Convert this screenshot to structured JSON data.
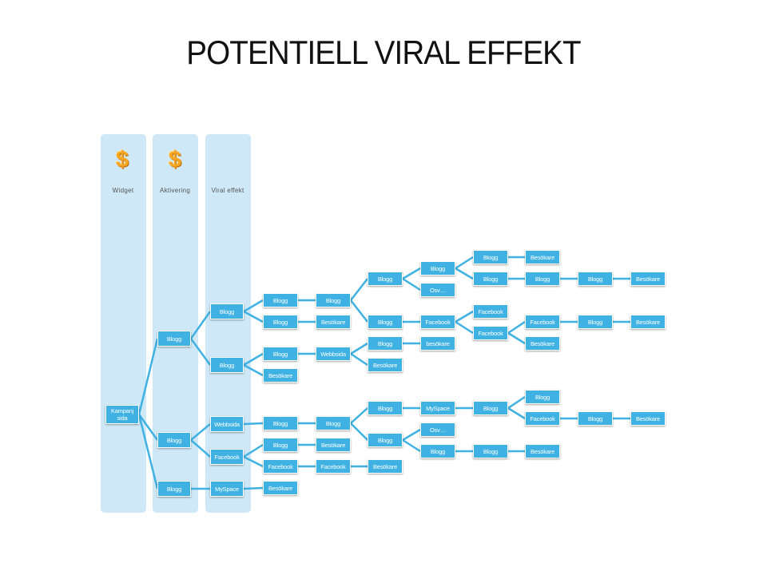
{
  "title": "POTENTIELL VIRAL EFFEKT",
  "columns": [
    "Widget",
    "Aktivering",
    "Viral effekt"
  ],
  "icons": [
    "dollar-icon",
    "dollar-icon"
  ],
  "colors": {
    "node": "#3fb1e3",
    "column": "#cfe8f8",
    "edge": "#3fb1e3",
    "icon": "#f5a623"
  },
  "nodes": [
    {
      "id": "root",
      "label": "Kampanj\nsida"
    },
    {
      "id": "a1",
      "label": "Blogg"
    },
    {
      "id": "a2",
      "label": "Blogg"
    },
    {
      "id": "a3",
      "label": "Blogg"
    },
    {
      "id": "v1",
      "label": "Blogg"
    },
    {
      "id": "v2",
      "label": "Blogg"
    },
    {
      "id": "v3",
      "label": "Webbsida"
    },
    {
      "id": "v4",
      "label": "Facebook"
    },
    {
      "id": "v5",
      "label": "MySpace"
    },
    {
      "id": "c1",
      "label": "Blogg"
    },
    {
      "id": "c2",
      "label": "Blogg"
    },
    {
      "id": "c3",
      "label": "Blogg"
    },
    {
      "id": "c4",
      "label": "Besökare"
    },
    {
      "id": "c5",
      "label": "Blogg"
    },
    {
      "id": "c6",
      "label": "Blogg"
    },
    {
      "id": "c7",
      "label": "Facebook"
    },
    {
      "id": "c8",
      "label": "Besökare"
    },
    {
      "id": "d1",
      "label": "Blogg"
    },
    {
      "id": "d2",
      "label": "Besökare"
    },
    {
      "id": "d3",
      "label": "Webbsida"
    },
    {
      "id": "d4",
      "label": "Blogg"
    },
    {
      "id": "d5",
      "label": "Besökare"
    },
    {
      "id": "d6",
      "label": "Facebook"
    },
    {
      "id": "e1",
      "label": "Blogg"
    },
    {
      "id": "e2",
      "label": "Blogg"
    },
    {
      "id": "e3",
      "label": "Blogg"
    },
    {
      "id": "e4",
      "label": "Besökare"
    },
    {
      "id": "e5",
      "label": "Blogg"
    },
    {
      "id": "e6",
      "label": "Blogg"
    },
    {
      "id": "e7",
      "label": "Besökare"
    },
    {
      "id": "f1",
      "label": "Blogg"
    },
    {
      "id": "f2",
      "label": "Osv…"
    },
    {
      "id": "f3",
      "label": "Facebook"
    },
    {
      "id": "f4",
      "label": "besökare"
    },
    {
      "id": "f5",
      "label": "MySpace"
    },
    {
      "id": "f6",
      "label": "Osv…"
    },
    {
      "id": "f7",
      "label": "Blogg"
    },
    {
      "id": "g1",
      "label": "Blogg"
    },
    {
      "id": "g2",
      "label": "Blogg"
    },
    {
      "id": "g3",
      "label": "Facebook"
    },
    {
      "id": "g4",
      "label": "Facebook"
    },
    {
      "id": "g5",
      "label": "Blogg"
    },
    {
      "id": "g6",
      "label": "Blogg"
    },
    {
      "id": "h1",
      "label": "Besökare"
    },
    {
      "id": "h2",
      "label": "Blogg"
    },
    {
      "id": "h3",
      "label": "Facebook"
    },
    {
      "id": "h4",
      "label": "Besökare"
    },
    {
      "id": "h5",
      "label": "Blogg"
    },
    {
      "id": "h6",
      "label": "Facebook"
    },
    {
      "id": "h7",
      "label": "Besökare"
    },
    {
      "id": "i1",
      "label": "Blogg"
    },
    {
      "id": "i2",
      "label": "Blogg"
    },
    {
      "id": "i3",
      "label": "Blogg"
    },
    {
      "id": "j1",
      "label": "Besökare"
    },
    {
      "id": "j2",
      "label": "Besökare"
    },
    {
      "id": "j3",
      "label": "Besökare"
    }
  ],
  "edges": [
    [
      "root",
      "a1"
    ],
    [
      "root",
      "a2"
    ],
    [
      "root",
      "a3"
    ],
    [
      "a1",
      "v1"
    ],
    [
      "a1",
      "v2"
    ],
    [
      "a2",
      "v3"
    ],
    [
      "a2",
      "v4"
    ],
    [
      "a3",
      "v5"
    ],
    [
      "v1",
      "c1"
    ],
    [
      "v1",
      "c2"
    ],
    [
      "v2",
      "d1"
    ],
    [
      "v2",
      "d2"
    ],
    [
      "v3",
      "c5"
    ],
    [
      "v4",
      "c6"
    ],
    [
      "v4",
      "c7"
    ],
    [
      "v5",
      "c8"
    ],
    [
      "c1",
      "c3"
    ],
    [
      "c2",
      "c4"
    ],
    [
      "d1",
      "d3"
    ],
    [
      "c5",
      "c3b"
    ],
    [
      "c6",
      "d5"
    ],
    [
      "c7",
      "d6"
    ],
    [
      "c3",
      "e1"
    ],
    [
      "c3",
      "e2"
    ],
    [
      "d3",
      "e3"
    ],
    [
      "d3",
      "e4"
    ],
    [
      "c3b",
      "e5"
    ],
    [
      "c3b",
      "e6"
    ],
    [
      "d6",
      "e7"
    ],
    [
      "e1",
      "f1"
    ],
    [
      "e1",
      "f2"
    ],
    [
      "e2",
      "f3"
    ],
    [
      "e3",
      "f4"
    ],
    [
      "e5",
      "f5"
    ],
    [
      "e6",
      "f6"
    ],
    [
      "e6",
      "f7"
    ],
    [
      "f1",
      "g1"
    ],
    [
      "f1",
      "g2"
    ],
    [
      "f3",
      "g3"
    ],
    [
      "f3",
      "g4"
    ],
    [
      "f5",
      "g5"
    ],
    [
      "f7",
      "g6"
    ],
    [
      "g1",
      "h1"
    ],
    [
      "g2",
      "h2"
    ],
    [
      "g4",
      "h3"
    ],
    [
      "g4",
      "h4"
    ],
    [
      "g5",
      "h5"
    ],
    [
      "g5",
      "h6"
    ],
    [
      "g6",
      "h7"
    ],
    [
      "h2",
      "i1"
    ],
    [
      "h3",
      "i2"
    ],
    [
      "h6",
      "i3"
    ],
    [
      "i1",
      "j1"
    ],
    [
      "i2",
      "j2"
    ],
    [
      "i3",
      "j3"
    ]
  ]
}
